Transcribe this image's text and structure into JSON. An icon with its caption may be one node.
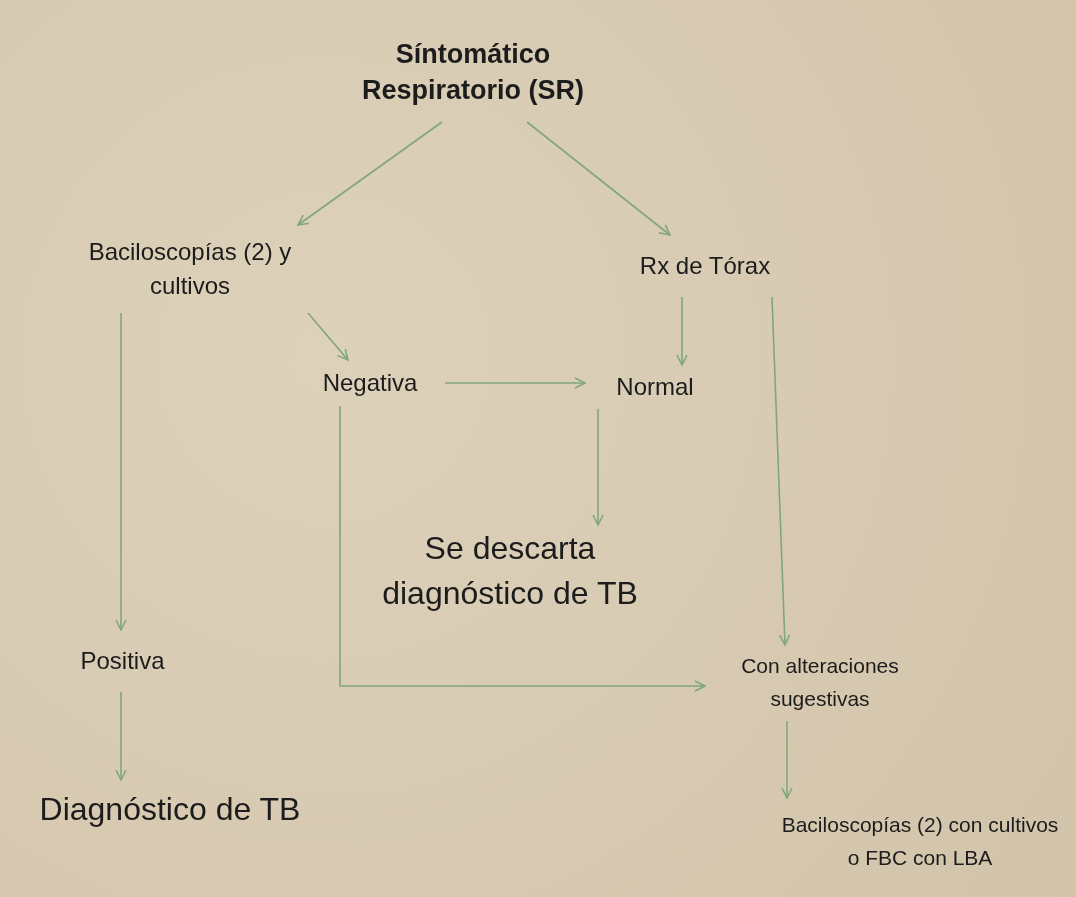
{
  "diagram": {
    "nodes": [
      {
        "text": [
          "Síntomático Respiratorio (SR)"
        ]
      },
      {
        "text": [
          "Baciloscopías (2) y cultivos"
        ]
      },
      {
        "text": [
          "Rx de Tórax"
        ]
      },
      {
        "text": [
          "Negativa"
        ]
      },
      {
        "text": [
          "Normal"
        ]
      },
      {
        "text": [
          "Se descarta diagnóstico de TB"
        ]
      },
      {
        "text": [
          "Positiva"
        ]
      },
      {
        "text": [
          "Con alteraciones sugestivas"
        ]
      },
      {
        "text": [
          "Diagnóstico de TB"
        ]
      },
      {
        "text": [
          "Baciloscopías (2) con cultivos o FBC con LBA"
        ]
      }
    ],
    "edges": [
      {
        "from": 0,
        "to": 1,
        "arrow": "to"
      },
      {
        "from": 0,
        "to": 2,
        "arrow": "to"
      },
      {
        "from": 1,
        "to": 3,
        "arrow": "to"
      },
      {
        "from": 1,
        "to": 6,
        "arrow": "to"
      },
      {
        "from": 3,
        "to": 4,
        "arrow": "to"
      },
      {
        "from": 2,
        "to": 4,
        "arrow": "to"
      },
      {
        "from": 4,
        "to": 5,
        "arrow": "to"
      },
      {
        "from": 3,
        "to": 7,
        "arrow": "to"
      },
      {
        "from": 2,
        "to": 7,
        "arrow": "to"
      },
      {
        "from": 6,
        "to": 8,
        "arrow": "to"
      },
      {
        "from": 7,
        "to": 9,
        "arrow": "to"
      }
    ]
  }
}
